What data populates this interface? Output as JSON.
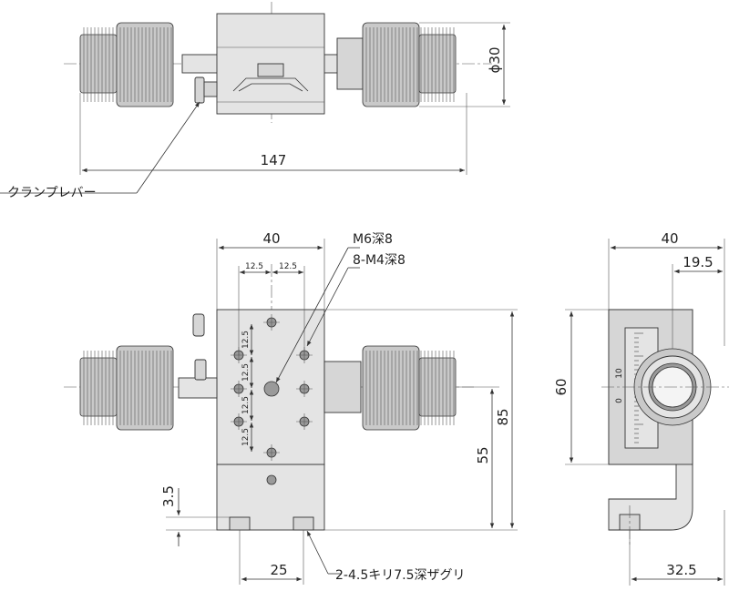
{
  "top_view": {
    "diameter_label": "ϕ30",
    "width_label": "147",
    "clamp_lever_label": "クランプレバー"
  },
  "front_view": {
    "width_label": "40",
    "pitch_h_left": "12.5",
    "pitch_h_right": "12.5",
    "pitch_v_1": "12.5",
    "pitch_v_2": "12.5",
    "pitch_v_3": "12.5",
    "pitch_v_4": "12.5",
    "m6_label": "M6深8",
    "m4_label": "8-M4深8",
    "base_height_label": "3.5",
    "height_55_label": "55",
    "height_85_label": "85",
    "hole_pitch_label": "25",
    "counterbore_label": "2-4.5キリ7.5深ザグリ"
  },
  "side_view": {
    "width_label": "40",
    "offset_label": "19.5",
    "height_label": "60",
    "base_label": "32.5"
  },
  "scale_marks": [
    "10",
    "0"
  ]
}
